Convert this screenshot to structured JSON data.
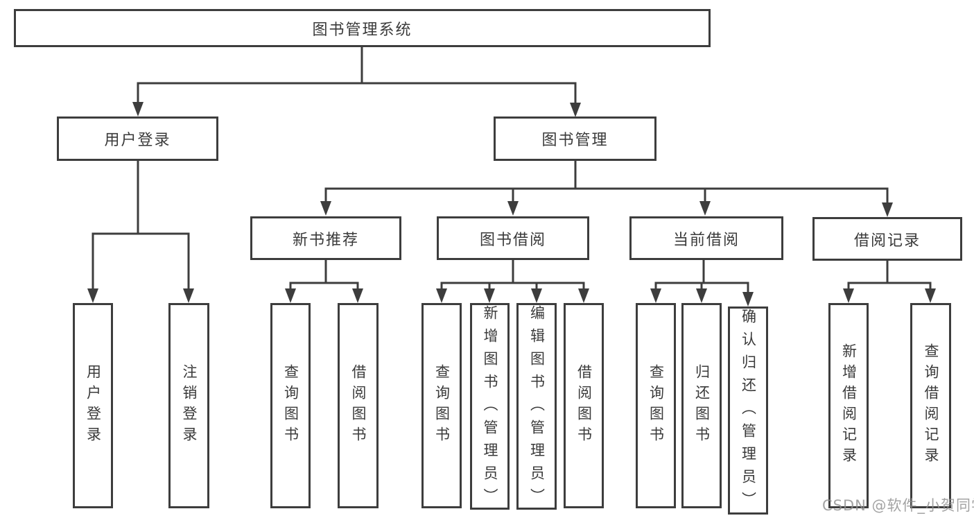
{
  "colors": {
    "line": "#3d3d3d",
    "text": "#3a3a3a",
    "watermark": "#8f8f8f",
    "background": "#ffffff"
  },
  "root": {
    "label": "图书管理系统"
  },
  "level2": {
    "user_login": "用户登录",
    "book_management": "图书管理"
  },
  "level3": {
    "new_book_recommend": "新书推荐",
    "book_borrow": "图书借阅",
    "current_borrow": "当前借阅",
    "borrow_records": "借阅记录"
  },
  "leaves": {
    "login": [
      "用户登录",
      "注销登录"
    ],
    "recommend": [
      "查询图书",
      "借阅图书"
    ],
    "borrow": [
      "查询图书",
      "新增图书（管理员）",
      "编辑图书（管理员）",
      "借阅图书"
    ],
    "current": [
      "查询图书",
      "归还图书",
      "确认归还（管理员）"
    ],
    "records": [
      "新增借阅记录",
      "查询借阅记录"
    ]
  },
  "watermark": "CSDN @软件_小贺同学"
}
